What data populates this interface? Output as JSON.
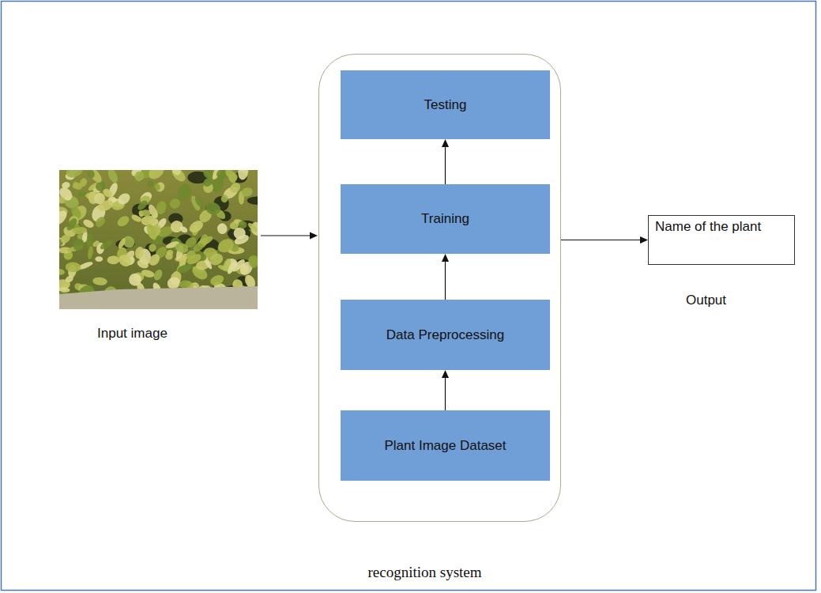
{
  "diagram": {
    "nodes": [
      {
        "text": [
          "recognition system"
        ]
      },
      {
        "text": [
          "Testing"
        ],
        "in": 0
      },
      {
        "text": [
          "Training"
        ],
        "in": 0
      },
      {
        "text": [
          "Data Preprocessing"
        ],
        "in": 0
      },
      {
        "text": [
          "Plant Image Dataset"
        ],
        "in": 0
      },
      {
        "text": [
          "Name of the plant"
        ]
      }
    ],
    "edges": [
      {
        "from": 4,
        "to": 3,
        "arrow": "to"
      },
      {
        "from": 3,
        "to": 2,
        "arrow": "to"
      },
      {
        "from": 2,
        "to": 1,
        "arrow": "to"
      },
      {
        "from": 0,
        "to": 5,
        "arrow": "to"
      }
    ],
    "labels": [
      "Input image",
      "Output"
    ]
  }
}
